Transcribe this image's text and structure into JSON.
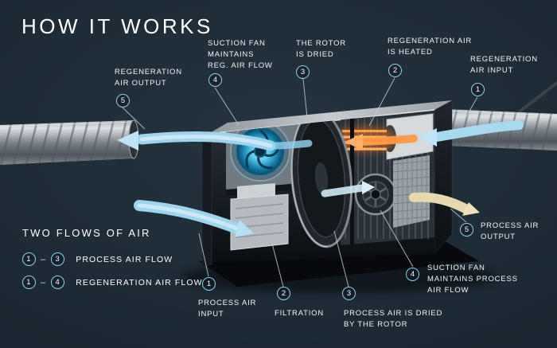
{
  "title": "HOW IT WORKS",
  "colors": {
    "background": "#1b2833",
    "accent_blue": "#8ed2ef",
    "flow_blue": "#a7daf1",
    "flow_heated": "#ff9a45",
    "flow_tan": "#e7d9ad",
    "text": "#ffffff"
  },
  "top_callouts": [
    {
      "id": "regen-output",
      "num": "5",
      "label": "REGENERATION\nAIR OUTPUT"
    },
    {
      "id": "suction-fan-regen",
      "num": "4",
      "label": "SUCTION FAN\nMAINTAINS\nREG. AIR FLOW"
    },
    {
      "id": "rotor-dried",
      "num": "3",
      "label": "THE ROTOR\nIS DRIED"
    },
    {
      "id": "regen-heated",
      "num": "2",
      "label": "REGENERATION AIR\nIS HEATED"
    },
    {
      "id": "regen-input",
      "num": "1",
      "label": "REGENERATION\nAIR INPUT"
    }
  ],
  "bottom_callouts": [
    {
      "id": "process-input",
      "num": "1",
      "label": "PROCESS AIR\nINPUT"
    },
    {
      "id": "filtration",
      "num": "2",
      "label": "FILTRATION"
    },
    {
      "id": "process-dried",
      "num": "3",
      "label": "PROCESS AIR IS DRIED\nBY THE ROTOR"
    },
    {
      "id": "suction-fan-process",
      "num": "4",
      "label": "SUCTION FAN\nMAINTAINS PROCESS\nAIR FLOW"
    },
    {
      "id": "process-output",
      "num": "5",
      "label": "PROCESS AIR\nOUTPUT"
    }
  ],
  "legend": {
    "title": "TWO FLOWS OF AIR",
    "separator": "–",
    "items": [
      {
        "from": "1",
        "to": "3",
        "label": "PROCESS AIR FLOW"
      },
      {
        "from": "1",
        "to": "4",
        "label": "REGENERATION AIR FLOW"
      }
    ]
  }
}
